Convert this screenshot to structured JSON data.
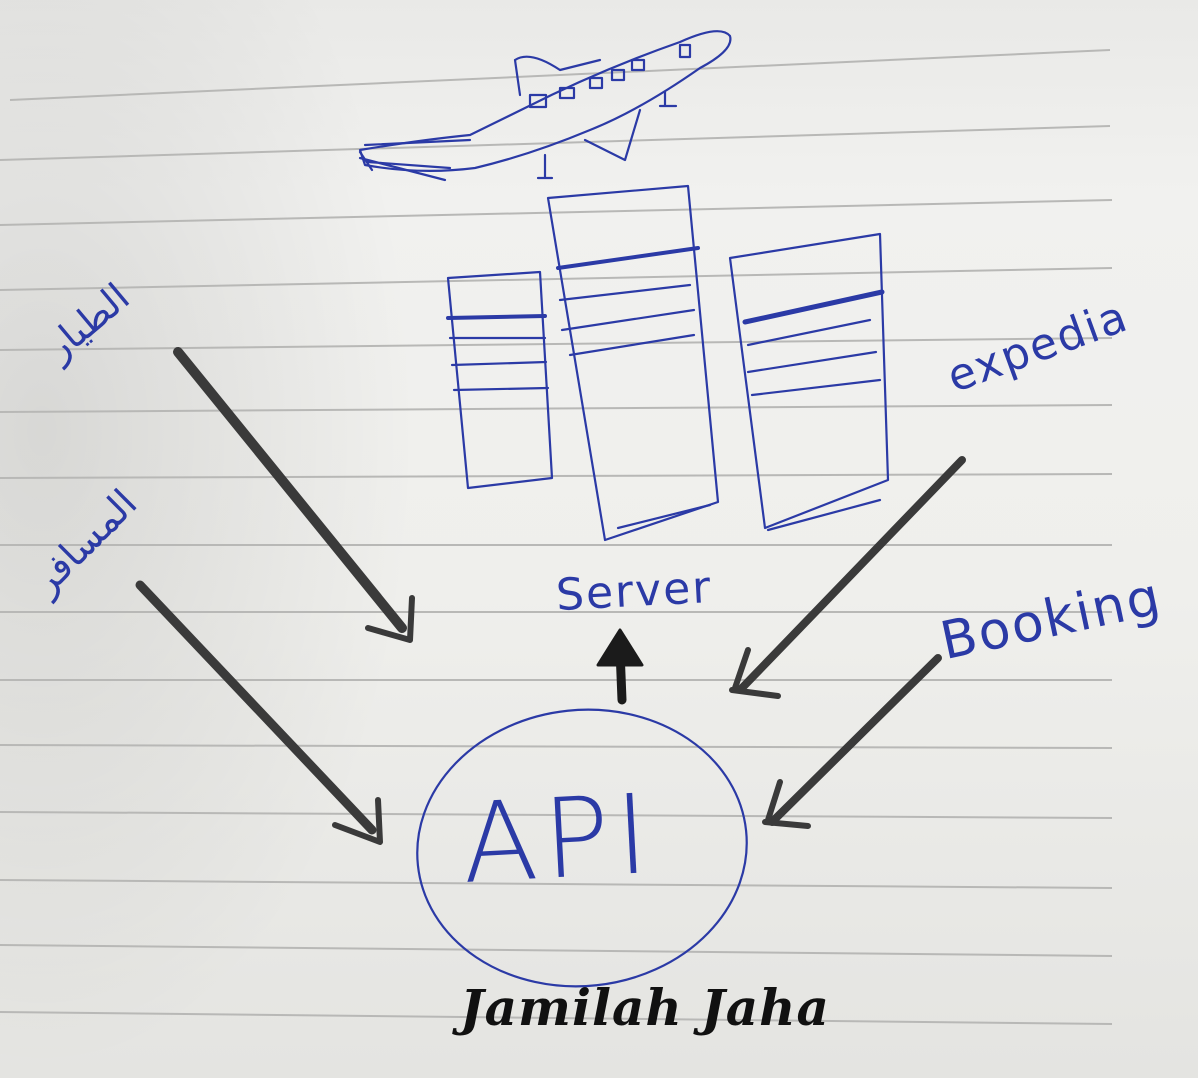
{
  "diagram": {
    "center_label": "API",
    "server_label": "Server",
    "sources": {
      "left_top": "الطيار",
      "left_bottom": "المسافر",
      "right_top": "expedia",
      "right_bottom": "Booking"
    }
  },
  "watermark": "Jamilah Jaha",
  "colors": {
    "ink": "#2b3aa6",
    "pencil": "#3a3a3a",
    "paper": "#efefec",
    "rule_lines": "#b9b9b9"
  }
}
